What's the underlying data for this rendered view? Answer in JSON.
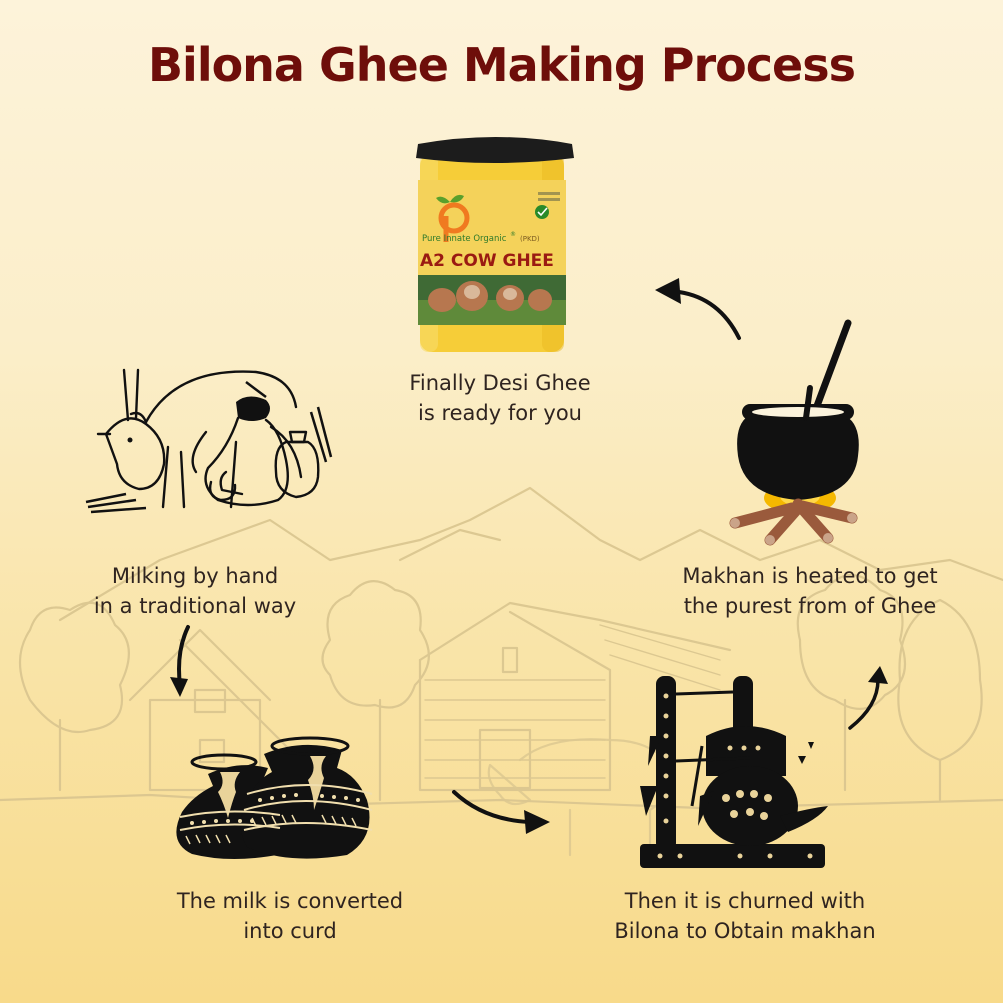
{
  "title": "Bilona Ghee Making Process",
  "colors": {
    "title": "#6e0e0a",
    "caption_text": "#2f2420",
    "background_top": "#fdf3da",
    "background_bottom": "#f8da8a",
    "sketch_lines": "#d9c58f",
    "silhouette": "#111111",
    "fire": "#f5b800",
    "wood": "#9a5a3c",
    "jar_ghee": "#f7cf35",
    "jar_lid": "#1c1c1c"
  },
  "product": {
    "brand": "Pure Innate Organic",
    "brand_mark": "®",
    "label_suffix": "(PKD)",
    "name": "A2 COW GHEE",
    "certification_badge": "check-seal"
  },
  "steps": [
    {
      "order": 1,
      "illustration": "hand-milking-cow",
      "caption_line1": "Milking by hand",
      "caption_line2": "in a traditional way"
    },
    {
      "order": 2,
      "illustration": "clay-curd-pots",
      "caption_line1": "The milk is converted",
      "caption_line2": "into curd"
    },
    {
      "order": 3,
      "illustration": "bilona-churner",
      "caption_line1": "Then it is churned with",
      "caption_line2": "Bilona to Obtain makhan"
    },
    {
      "order": 4,
      "illustration": "pot-on-fire",
      "caption_line1": "Makhan is heated to get",
      "caption_line2": "the purest from of Ghee"
    },
    {
      "order": 5,
      "illustration": "ghee-jar",
      "caption_line1": "Finally Desi Ghee",
      "caption_line2": "is ready for you"
    }
  ],
  "arrows": [
    {
      "from": 1,
      "to": 2,
      "direction": "down"
    },
    {
      "from": 2,
      "to": 3,
      "direction": "right"
    },
    {
      "from": 3,
      "to": 4,
      "direction": "up"
    },
    {
      "from": 4,
      "to": 5,
      "direction": "up-left"
    }
  ],
  "background_scene": "faint sketch of mountains, trees, barn, house and cow"
}
